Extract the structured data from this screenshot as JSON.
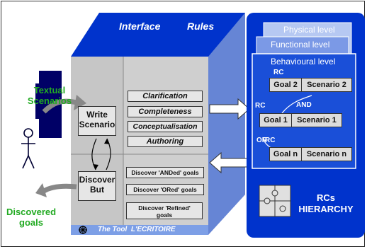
{
  "left": {
    "textual_scenarios": "Textual\nScenarios",
    "discovered_goals": "Discovered\ngoals"
  },
  "cube": {
    "header_left": "Interface",
    "header_right": "Rules",
    "write_scenario": "Write\nScenario",
    "discover_but": "Discover\nBut",
    "rules": [
      "Clarification",
      "Completeness",
      "Conceptualisation",
      "Authoring"
    ],
    "discover_items": [
      "Discover 'ANDed' goals",
      "Discover 'ORed' goals",
      "Discover 'Refined'\ngoals"
    ],
    "tool_label": "The Tool  L'ECRITOIRE"
  },
  "hierarchy": {
    "physical_level": "Physical level",
    "functional_level": "Functional level",
    "behavioural_level": "Behavioural level",
    "rc_labels": [
      "RC",
      "RC",
      "RC"
    ],
    "and_label": "AND",
    "or_label": "OR",
    "rows": [
      {
        "goal": "Goal 2",
        "scenario": "Scenario 2"
      },
      {
        "goal": "Goal 1",
        "scenario": "Scenario 1"
      },
      {
        "goal": "Goal n",
        "scenario": "Scenario n"
      }
    ],
    "rcs_hierarchy": "RCs\nHIERARCHY"
  },
  "colors": {
    "blue": "#0033cc",
    "blue_light": "#4a7bd6",
    "panel_grey": "#cfcfcf",
    "green": "#22aa22"
  }
}
